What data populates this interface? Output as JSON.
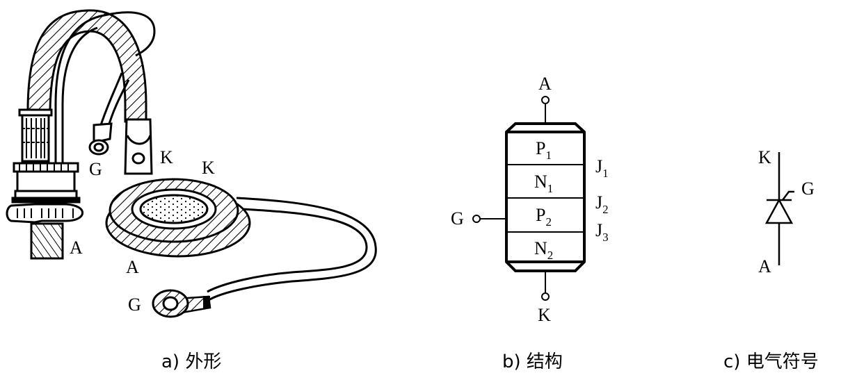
{
  "figure": {
    "panels": [
      {
        "id": "a",
        "caption": "a) 外形",
        "labels": {
          "stud_gate": "G",
          "stud_cathode": "K",
          "stud_anode": "A",
          "disc_cathode": "K",
          "disc_anode": "A",
          "disc_gate": "G"
        }
      },
      {
        "id": "b",
        "caption": "b) 结构",
        "terminals": {
          "anode": "A",
          "gate": "G",
          "cathode": "K"
        },
        "layers": [
          {
            "main": "P",
            "sub": "1"
          },
          {
            "main": "N",
            "sub": "1"
          },
          {
            "main": "P",
            "sub": "2"
          },
          {
            "main": "N",
            "sub": "2"
          }
        ],
        "junctions": [
          {
            "main": "J",
            "sub": "1"
          },
          {
            "main": "J",
            "sub": "2"
          },
          {
            "main": "J",
            "sub": "3"
          }
        ]
      },
      {
        "id": "c",
        "caption": "c) 电气符号",
        "terminals": {
          "cathode": "K",
          "gate": "G",
          "anode": "A"
        }
      }
    ]
  }
}
